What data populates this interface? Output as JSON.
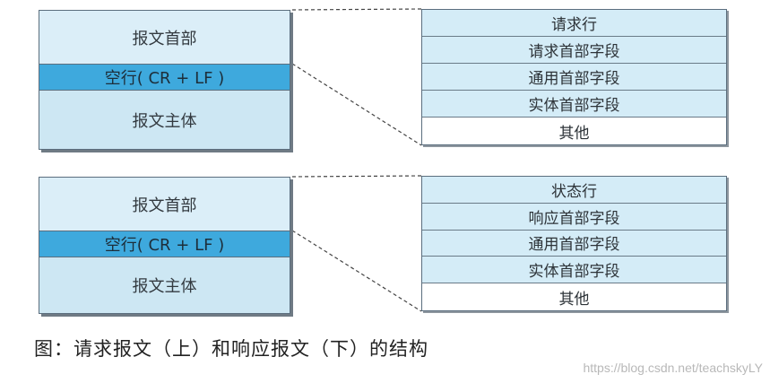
{
  "request": {
    "header_label": "报文首部",
    "blank_label": "空行( CR + LF )",
    "body_label": "报文主体",
    "fields": [
      "请求行",
      "请求首部字段",
      "通用首部字段",
      "实体首部字段",
      "其他"
    ]
  },
  "response": {
    "header_label": "报文首部",
    "blank_label": "空行( CR + LF )",
    "body_label": "报文主体",
    "fields": [
      "状态行",
      "响应首部字段",
      "通用首部字段",
      "实体首部字段",
      "其他"
    ]
  },
  "caption": "图：请求报文（上）和响应报文（下）的结构",
  "watermark": "https://blog.csdn.net/teachskyLY",
  "colors": {
    "header_fill": "#dbeef8",
    "blank_line_fill": "#3ea9dd",
    "body_fill": "#cde7f3",
    "field_fill": "#d4ecf7",
    "other_fill": "#ffffff",
    "border": "#5b6e7e"
  }
}
